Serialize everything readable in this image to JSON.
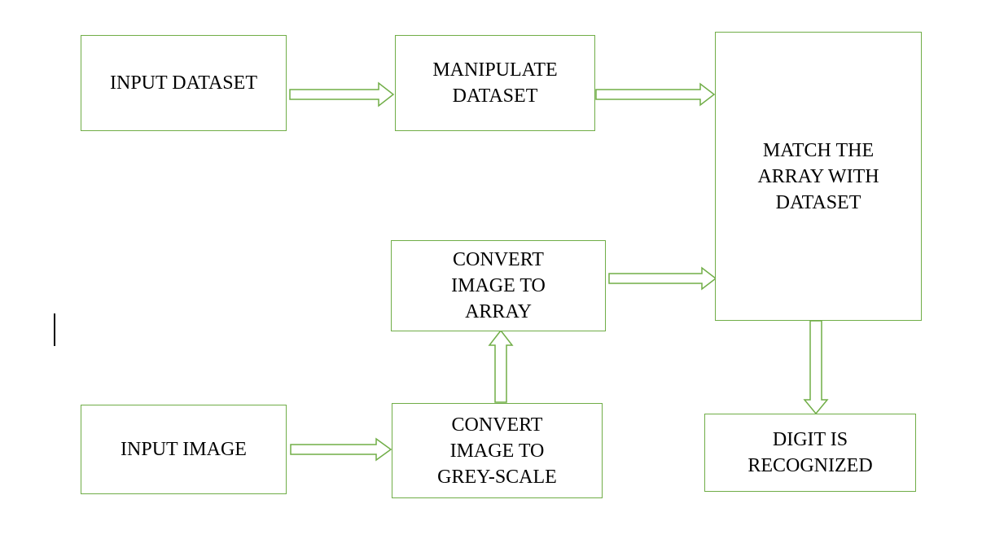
{
  "diagram": {
    "accent_color": "#70ad47",
    "nodes": {
      "input_dataset": "INPUT DATASET",
      "manipulate_dataset": "MANIPULATE\nDATASET",
      "match_array": "MATCH THE\nARRAY WITH\nDATASET",
      "convert_to_array": "CONVERT\nIMAGE TO\nARRAY",
      "input_image": "INPUT IMAGE",
      "convert_to_greyscale": "CONVERT\nIMAGE TO\nGREY-SCALE",
      "digit_recognized": "DIGIT IS\nRECOGNIZED"
    },
    "edges": [
      {
        "from": "input_dataset",
        "to": "manipulate_dataset"
      },
      {
        "from": "manipulate_dataset",
        "to": "match_array"
      },
      {
        "from": "convert_to_array",
        "to": "match_array"
      },
      {
        "from": "input_image",
        "to": "convert_to_greyscale"
      },
      {
        "from": "convert_to_greyscale",
        "to": "convert_to_array"
      },
      {
        "from": "match_array",
        "to": "digit_recognized"
      }
    ]
  }
}
